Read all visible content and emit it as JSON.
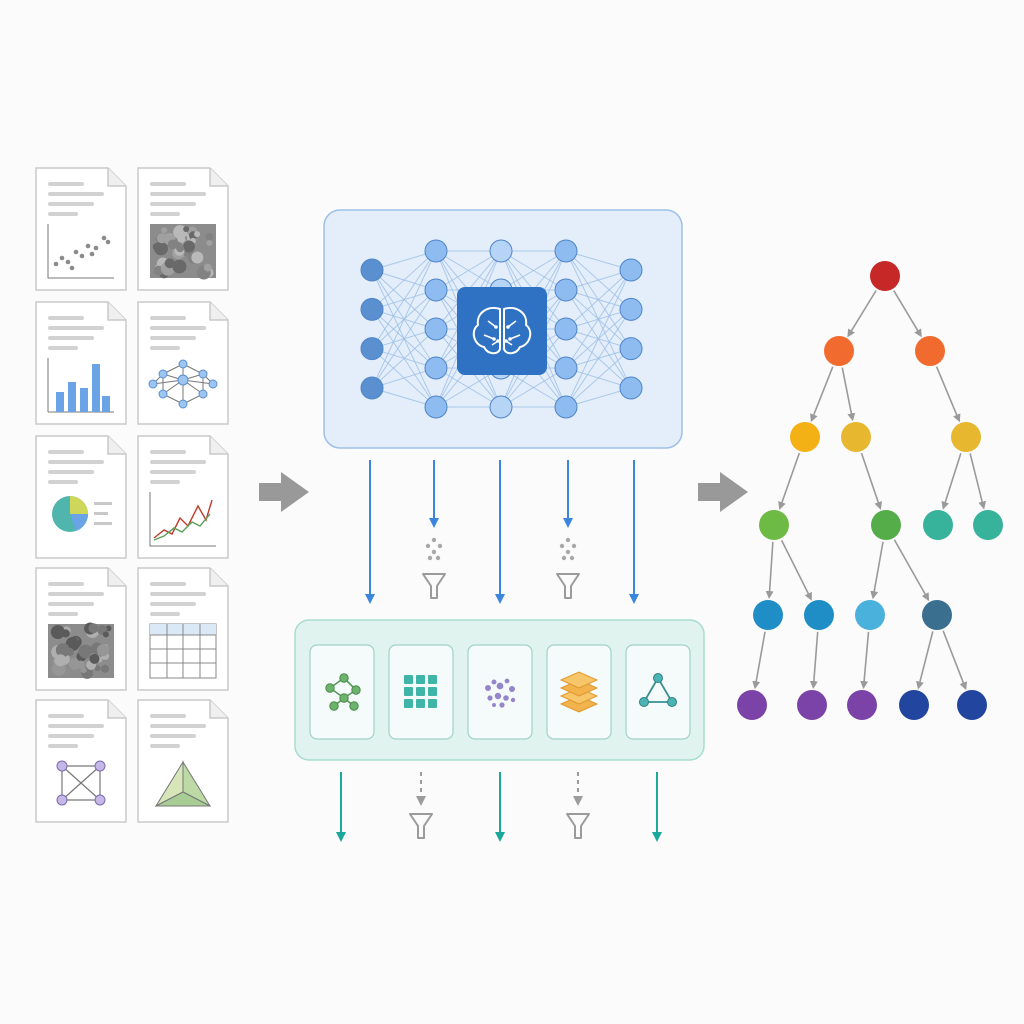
{
  "colors": {
    "background": "#fbfbfb",
    "doc_border": "#c9c9c9",
    "doc_line": "#d2d2d2",
    "nn_panel_fill": "#e3eefa",
    "nn_panel_stroke": "#9cc0e8",
    "nn_node_dark": "#5a8fd0",
    "nn_node_light": "#8fbcf0",
    "nn_edge": "#9ebfe6",
    "brain_box": "#2f72c4",
    "blue_arrow": "#3a86de",
    "feature_panel_fill": "#e0f3ef",
    "feature_panel_stroke": "#a7dccf",
    "teal_arrow": "#1aa89a",
    "grey_arrow": "#9c9c9c",
    "tree_edge": "#9a9a9a"
  },
  "documents": [
    {
      "figure": "scatter-plot"
    },
    {
      "figure": "texture-image"
    },
    {
      "figure": "bar-chart"
    },
    {
      "figure": "network-graph"
    },
    {
      "figure": "pie-chart"
    },
    {
      "figure": "line-chart"
    },
    {
      "figure": "micrograph-image"
    },
    {
      "figure": "table-grid"
    },
    {
      "figure": "square-graph"
    },
    {
      "figure": "triangle-diagram"
    }
  ],
  "neural_network": {
    "layer_sizes": [
      4,
      5,
      5,
      5,
      4
    ],
    "center_icon": "brain-icon"
  },
  "feature_modules": [
    {
      "icon": "graph-icon",
      "color": "#6cb36c"
    },
    {
      "icon": "grid-icon",
      "color": "#3fb5a8"
    },
    {
      "icon": "cluster-icon",
      "color": "#8b79c6"
    },
    {
      "icon": "layers-icon",
      "color": "#f2b24c"
    },
    {
      "icon": "triangle-icon",
      "color": "#4bb3b3"
    }
  ],
  "tree": {
    "nodes": [
      {
        "id": "root",
        "color": "#c62828"
      },
      {
        "id": "a",
        "color": "#f26b2e",
        "parent": "root"
      },
      {
        "id": "b",
        "color": "#f26b2e",
        "parent": "root"
      },
      {
        "id": "a1",
        "color": "#f4b116",
        "parent": "a"
      },
      {
        "id": "a2",
        "color": "#e8b730",
        "parent": "a"
      },
      {
        "id": "b1",
        "color": "#e8b730",
        "parent": "b"
      },
      {
        "id": "a1x",
        "color": "#6dbb45",
        "parent": "a1"
      },
      {
        "id": "a2x",
        "color": "#55ad4a",
        "parent": "a2"
      },
      {
        "id": "b1x",
        "color": "#36b39a",
        "parent": "b1"
      },
      {
        "id": "b1y",
        "color": "#36b39a",
        "parent": "b1"
      },
      {
        "id": "l1",
        "color": "#1f8ec7",
        "parent": "a1x"
      },
      {
        "id": "l2",
        "color": "#1f8ec7",
        "parent": "a1x"
      },
      {
        "id": "l3",
        "color": "#4ab0dc",
        "parent": "a2x"
      },
      {
        "id": "l4",
        "color": "#3a6f8f",
        "parent": "a2x"
      },
      {
        "id": "p1",
        "color": "#7b43a8",
        "parent": "l1"
      },
      {
        "id": "p2",
        "color": "#7b43a8",
        "parent": "l2"
      },
      {
        "id": "p3",
        "color": "#7b43a8",
        "parent": "l3"
      },
      {
        "id": "p4",
        "color": "#22459f",
        "parent": "l4"
      },
      {
        "id": "p5",
        "color": "#22459f",
        "parent": "l4"
      }
    ]
  }
}
